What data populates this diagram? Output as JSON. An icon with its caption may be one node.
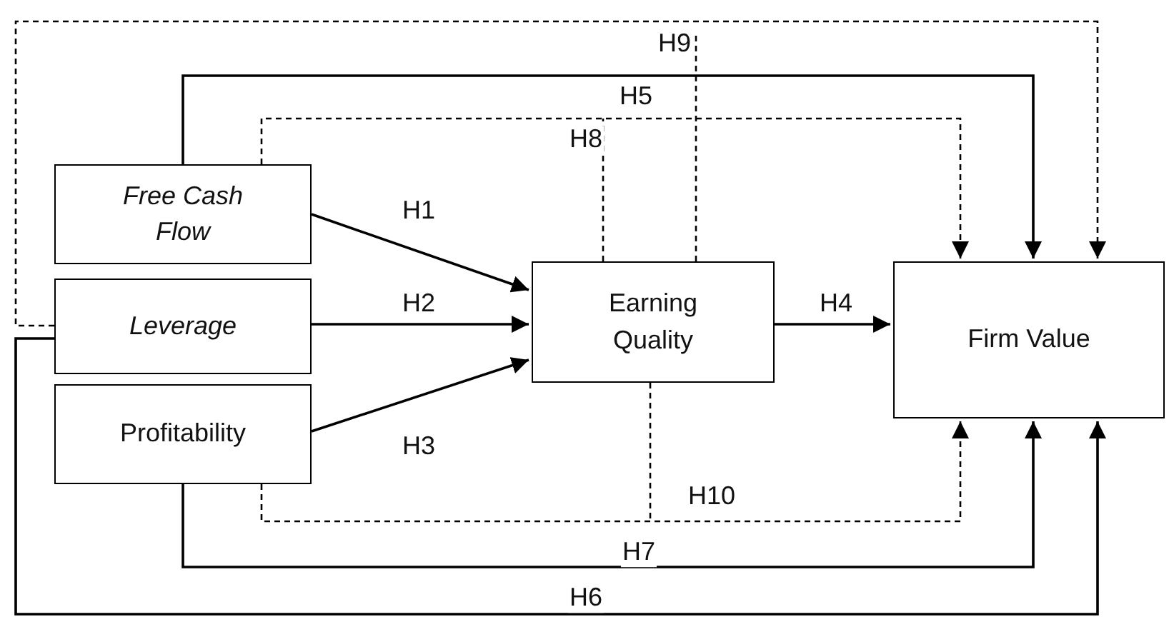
{
  "diagram": {
    "nodes": [
      {
        "text": [
          "Free Cash Flow"
        ]
      },
      {
        "text": [
          "Leverage"
        ]
      },
      {
        "text": [
          "Profitability"
        ]
      },
      {
        "text": [
          "Earning Quality"
        ]
      },
      {
        "text": [
          "Firm Value"
        ]
      }
    ],
    "edges": [
      {
        "from": 0,
        "to": 3,
        "arrow": "to",
        "label": "H1"
      },
      {
        "from": 1,
        "to": 3,
        "arrow": "to",
        "label": "H2"
      },
      {
        "from": 2,
        "to": 3,
        "arrow": "to",
        "label": "H3"
      },
      {
        "from": 3,
        "to": 4,
        "arrow": "to",
        "label": "H4"
      },
      {
        "from": 0,
        "to": 4,
        "arrow": "to",
        "label": "H5"
      },
      {
        "from": 0,
        "to": 4,
        "arrow": "to",
        "label": "H8",
        "style": "dashed"
      },
      {
        "from": 1,
        "to": 4,
        "arrow": "to",
        "label": "H9",
        "style": "dashed"
      },
      {
        "from": 1,
        "to": 4,
        "arrow": "to",
        "label": "H6"
      },
      {
        "from": 2,
        "to": 4,
        "arrow": "to",
        "label": "H7"
      },
      {
        "from": 2,
        "to": 4,
        "arrow": "to",
        "label": "H10",
        "style": "dashed"
      },
      {
        "from": 3,
        "to": null,
        "arrow": "none",
        "style": "dashed"
      },
      {
        "from": 3,
        "to": null,
        "arrow": "none",
        "style": "dashed"
      },
      {
        "from": 3,
        "to": null,
        "arrow": "none",
        "style": "dashed"
      }
    ]
  }
}
